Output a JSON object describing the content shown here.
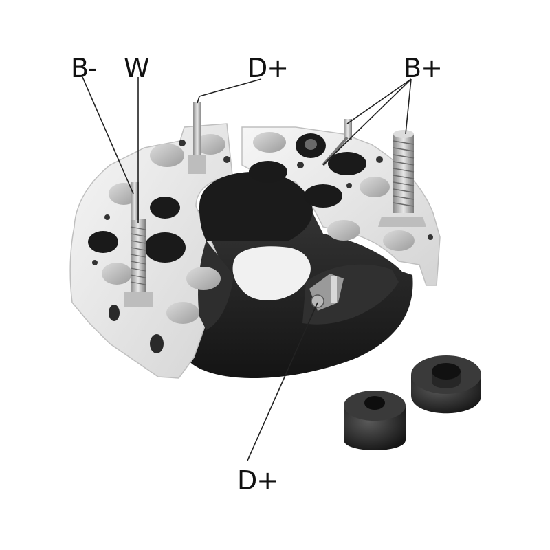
{
  "labels": {
    "b_minus": "B-",
    "w": "W",
    "d_plus_top": "D+",
    "b_plus": "B+",
    "d_plus_bottom": "D+"
  },
  "colors": {
    "plate": "#e9e9e9",
    "plate_shadow": "#c9c9c9",
    "housing": "#2a2a2a",
    "housing_light": "#4a4a4a",
    "diode": "#bdbdbd",
    "hole": "#1e1e1e",
    "leader": "#222222"
  }
}
